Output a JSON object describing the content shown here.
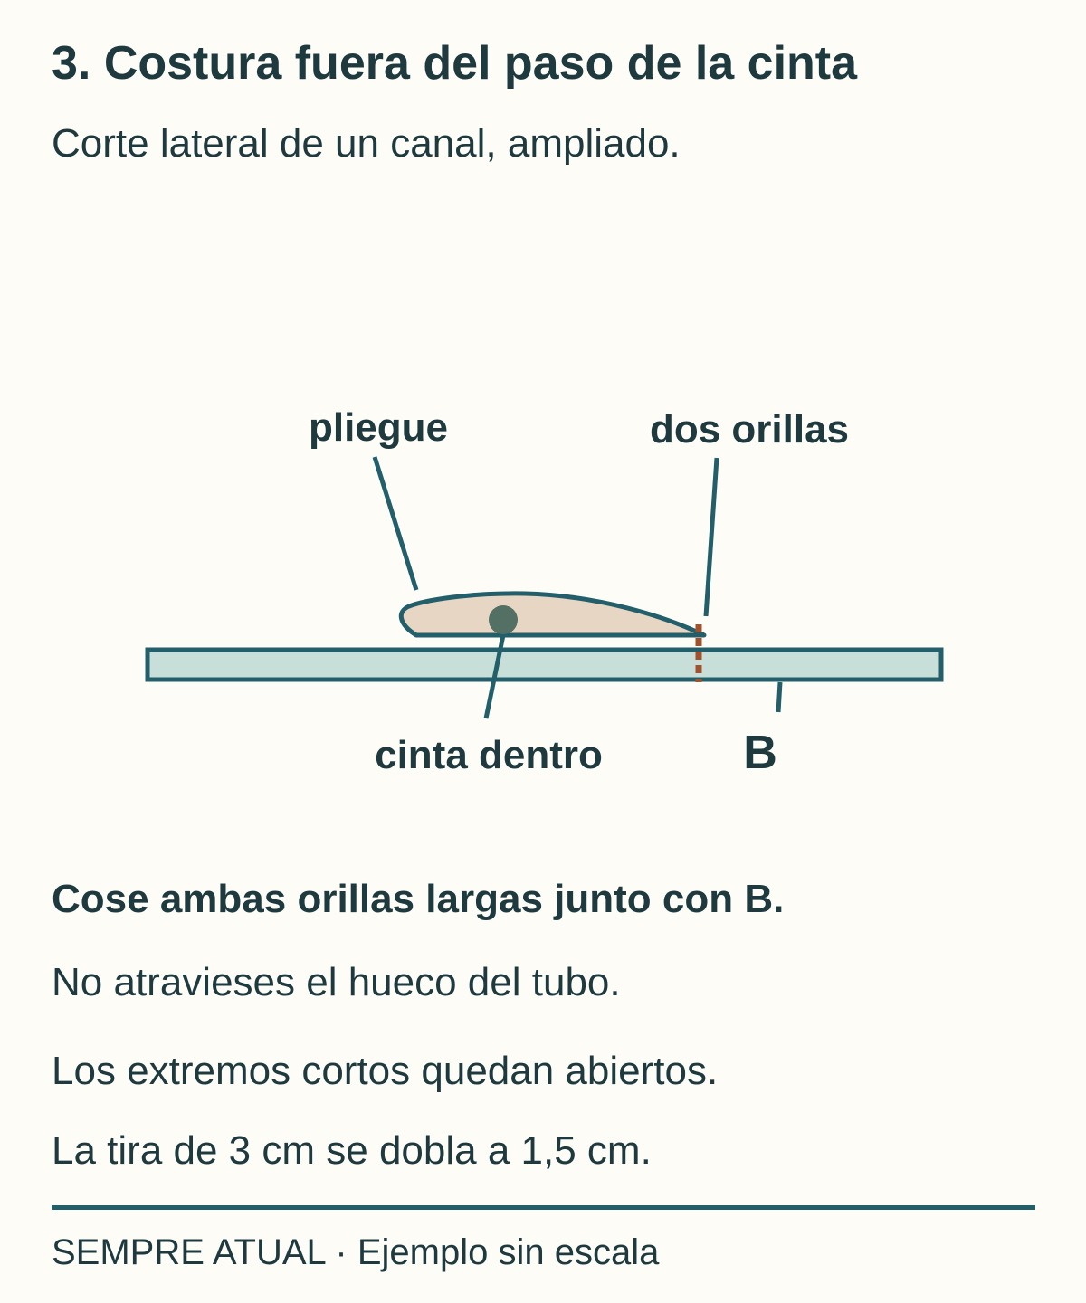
{
  "header": {
    "title": "3. Costura fuera del paso de la cinta",
    "subtitle": "Corte lateral de un canal, ampliado."
  },
  "diagram": {
    "labels": {
      "fold": "pliegue",
      "edges": "dos orillas",
      "tape": "cinta dentro",
      "base": "B"
    },
    "colors": {
      "stroke": "#235f6a",
      "base_fill": "#c7ded9",
      "fold_fill": "#e6d6c3",
      "tape_dot": "#546f63",
      "stitch": "#a0522d"
    }
  },
  "instructions": {
    "main": "Cose ambas orillas largas junto con B.",
    "line1": "No atravieses el hueco del tubo.",
    "line2": "Los extremos cortos quedan abiertos.",
    "line3": "La tira de 3 cm se dobla a 1,5 cm."
  },
  "footer": {
    "text": "SEMPRE ATUAL · Ejemplo sin escala"
  }
}
